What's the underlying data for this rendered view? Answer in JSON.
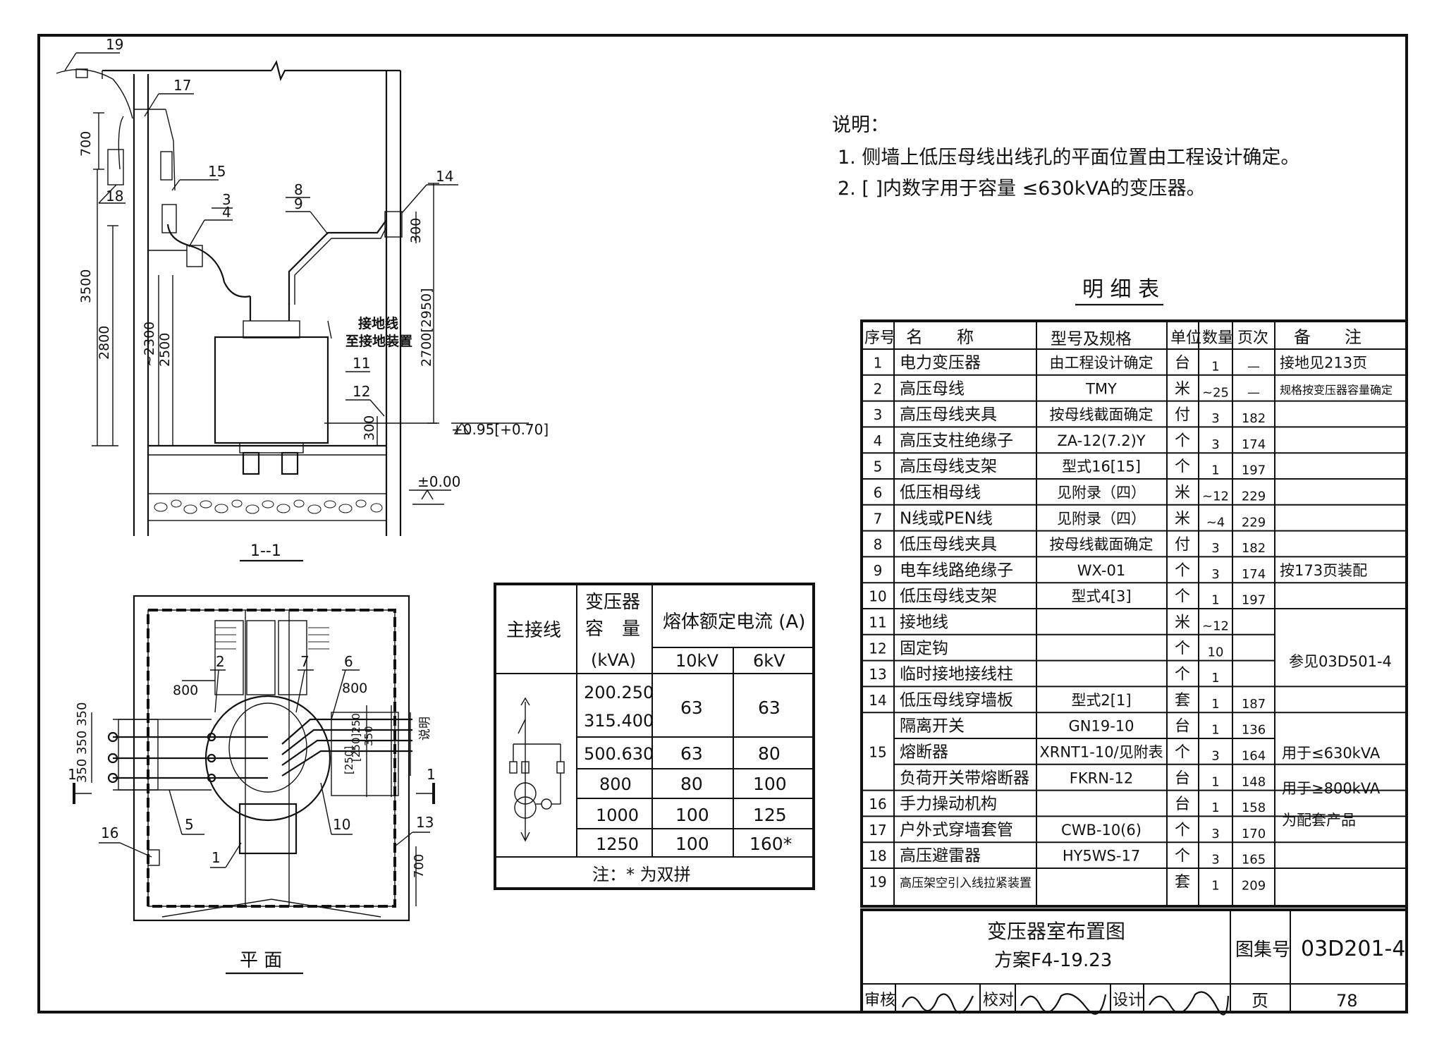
{
  "notes": {
    "title": "说明：",
    "items": [
      "1. 侧墙上低压母线出线孔的平面位置由工程设计确定。",
      "2. [ ]内数字用于容量 ≤630kVA的变压器。"
    ]
  },
  "section_view": {
    "caption": "1--1",
    "callouts": [
      "19",
      "17",
      "15",
      "3",
      "4",
      "18",
      "8",
      "9",
      "14",
      "11",
      "12"
    ],
    "dims": {
      "d700": "700",
      "d3500": "3500",
      "d2800": "2800",
      "d2300": "~2300",
      "d2500": "2500",
      "d2700": "2700[2950]",
      "d300a": "300",
      "d300b": "300"
    },
    "ground_lead_1": "接地线",
    "ground_lead_2": "至接地装置",
    "elev_floor": "+0.95[+0.70]",
    "elev_zero": "±0.00"
  },
  "plan_view": {
    "caption": "平 面",
    "callouts": [
      "2",
      "7",
      "6",
      "5",
      "10",
      "16",
      "1",
      "13"
    ],
    "dims": {
      "d800a": "800",
      "d800b": "800",
      "d350350": "350 350",
      "d350": "350",
      "d700": "700",
      "d250": "[250]",
      "d250b": "[250]250",
      "d350b": "350",
      "note": "说明"
    },
    "section_mark_left": "1",
    "section_mark_right": "1"
  },
  "fuse_table": {
    "headers": {
      "main": "主接线",
      "cap_1": "变压器",
      "cap_2": "容　量",
      "cap_3": "(kVA)",
      "rated": "熔体额定电流 (A)",
      "kv10": "10kV",
      "kv6": "6kV"
    },
    "rows": [
      {
        "cap": [
          "200.250",
          "315.400"
        ],
        "v10": "63",
        "v6": "63"
      },
      {
        "cap": [
          "500.630"
        ],
        "v10": "63",
        "v6": "80"
      },
      {
        "cap": [
          "800"
        ],
        "v10": "80",
        "v6": "100"
      },
      {
        "cap": [
          "1000"
        ],
        "v10": "100",
        "v6": "125"
      },
      {
        "cap": [
          "1250"
        ],
        "v10": "100",
        "v6": "160*"
      }
    ],
    "footnote": "注：* 为双拼"
  },
  "parts_list": {
    "title": "明 细 表",
    "headers": {
      "no": "序号",
      "name": "名　　称",
      "spec": "型号及规格",
      "unit": "单位",
      "qty": "数量",
      "page": "页次",
      "remark": "备　　注"
    },
    "rows": [
      {
        "no": "1",
        "name": "电力变压器",
        "spec": "由工程设计确定",
        "unit": "台",
        "qty": "1",
        "page": "—",
        "remark": "接地见213页"
      },
      {
        "no": "2",
        "name": "高压母线",
        "spec": "TMY",
        "unit": "米",
        "qty": "~25",
        "page": "—",
        "remark": "规格按变压器容量确定"
      },
      {
        "no": "3",
        "name": "高压母线夹具",
        "spec": "按母线截面确定",
        "unit": "付",
        "qty": "3",
        "page": "182",
        "remark": ""
      },
      {
        "no": "4",
        "name": "高压支柱绝缘子",
        "spec": "ZA-12(7.2)Y",
        "unit": "个",
        "qty": "3",
        "page": "174",
        "remark": ""
      },
      {
        "no": "5",
        "name": "高压母线支架",
        "spec": "型式16[15]",
        "unit": "个",
        "qty": "1",
        "page": "197",
        "remark": ""
      },
      {
        "no": "6",
        "name": "低压相母线",
        "spec": "见附录（四）",
        "unit": "米",
        "qty": "~12",
        "page": "229",
        "remark": ""
      },
      {
        "no": "7",
        "name": "N线或PEN线",
        "spec": "见附录（四）",
        "unit": "米",
        "qty": "~4",
        "page": "229",
        "remark": ""
      },
      {
        "no": "8",
        "name": "低压母线夹具",
        "spec": "按母线截面确定",
        "unit": "付",
        "qty": "3",
        "page": "182",
        "remark": ""
      },
      {
        "no": "9",
        "name": "电车线路绝缘子",
        "spec": "WX-01",
        "unit": "个",
        "qty": "3",
        "page": "174",
        "remark": "按173页装配"
      },
      {
        "no": "10",
        "name": "低压母线支架",
        "spec": "型式4[3]",
        "unit": "个",
        "qty": "1",
        "page": "197",
        "remark": ""
      },
      {
        "no": "11",
        "name": "接地线",
        "spec": "",
        "unit": "米",
        "qty": "~12",
        "page": "",
        "remark": ""
      },
      {
        "no": "12",
        "name": "固定钩",
        "spec": "",
        "unit": "个",
        "qty": "10",
        "page": "",
        "remark": ""
      },
      {
        "no": "13",
        "name": "临时接地接线柱",
        "spec": "",
        "unit": "个",
        "qty": "1",
        "page": "",
        "remark": ""
      },
      {
        "no": "14",
        "name": "低压母线穿墙板",
        "spec": "型式2[1]",
        "unit": "套",
        "qty": "1",
        "page": "187",
        "remark": ""
      },
      {
        "no": "15",
        "name": "隔离开关",
        "spec": "GN19-10",
        "unit": "台",
        "qty": "1",
        "page": "136",
        "remark": ""
      },
      {
        "no": "",
        "name": "熔断器",
        "spec": "XRNT1-10/见附表",
        "unit": "个",
        "qty": "3",
        "page": "164",
        "remark": ""
      },
      {
        "no": "",
        "name": "负荷开关带熔断器",
        "spec": "FKRN-12",
        "unit": "台",
        "qty": "1",
        "page": "148",
        "remark": ""
      },
      {
        "no": "16",
        "name": "手力操动机构",
        "spec": "",
        "unit": "台",
        "qty": "1",
        "page": "158",
        "remark": ""
      },
      {
        "no": "17",
        "name": "户外式穿墙套管",
        "spec": "CWB-10(6)",
        "unit": "个",
        "qty": "3",
        "page": "170",
        "remark": ""
      },
      {
        "no": "18",
        "name": "高压避雷器",
        "spec": "HY5WS-17",
        "unit": "个",
        "qty": "3",
        "page": "165",
        "remark": ""
      },
      {
        "no": "19",
        "name": "高压架空引入线拉紧装置",
        "spec": "",
        "unit": "套",
        "qty": "1",
        "page": "209",
        "remark": ""
      }
    ],
    "merged_remarks": {
      "r11_13": "参见03D501-4",
      "r15a": "用于≤630kVA",
      "r15b": "用于≥800kVA",
      "r16": "为配套产品"
    }
  },
  "title_block": {
    "drawing_title": "变压器室布置图",
    "scheme": "方案F4-19.23",
    "atlas_label": "图集号",
    "atlas_no": "03D201-4",
    "review": "审核",
    "check": "校对",
    "design": "设计",
    "page_label": "页",
    "page_no": "78"
  }
}
